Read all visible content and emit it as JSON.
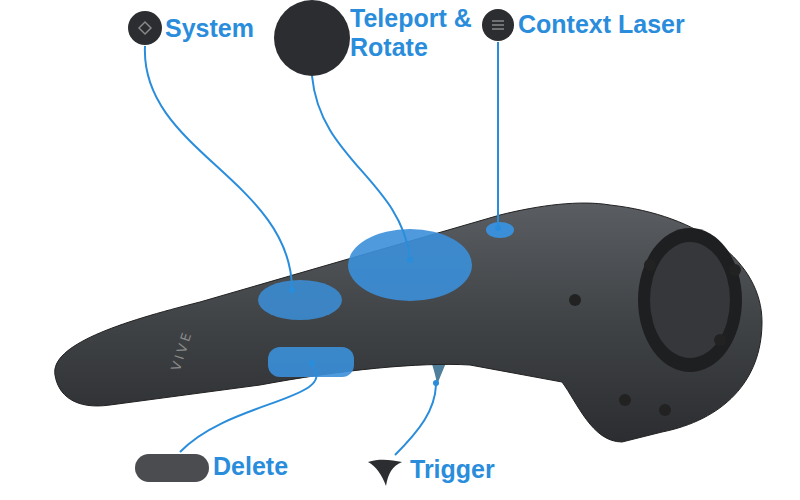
{
  "diagram": {
    "labels": [
      "System",
      "Teleport & Rotate",
      "Context Laser",
      "Delete",
      "Trigger",
      "VIVE"
    ]
  }
}
